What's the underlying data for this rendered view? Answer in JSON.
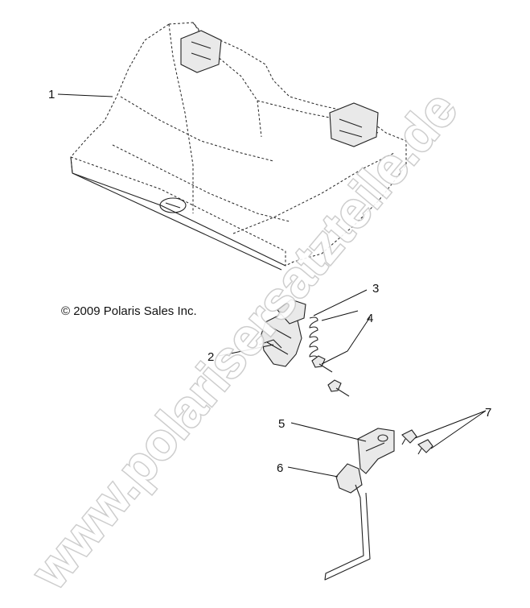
{
  "diagram": {
    "copyright": "© 2009 Polaris Sales Inc.",
    "watermark": "www.polarisersatzteile.de",
    "callouts": [
      {
        "id": "1",
        "label": "1"
      },
      {
        "id": "2",
        "label": "2"
      },
      {
        "id": "3",
        "label": "3"
      },
      {
        "id": "4",
        "label": "4"
      },
      {
        "id": "5",
        "label": "5"
      },
      {
        "id": "6",
        "label": "6"
      },
      {
        "id": "7",
        "label": "7"
      }
    ],
    "colors": {
      "line": "#222222",
      "background": "#ffffff",
      "watermark_outline": "#c8c8c8"
    }
  }
}
